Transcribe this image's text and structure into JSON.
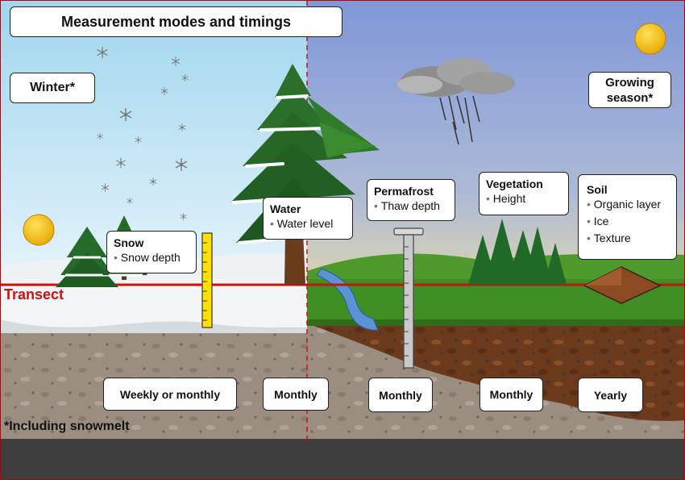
{
  "title": "Measurement modes and timings",
  "seasons": {
    "winter": "Winter*",
    "growing": "Growing season*"
  },
  "transect_label": "Transect",
  "footnote": "*Including snowmelt",
  "measures": [
    {
      "title": "Snow",
      "items": [
        "Snow depth"
      ],
      "frequency": "Weekly or monthly"
    },
    {
      "title": "Water",
      "items": [
        "Water level"
      ],
      "frequency": "Monthly"
    },
    {
      "title": "Permafrost",
      "items": [
        "Thaw depth"
      ],
      "frequency": "Monthly"
    },
    {
      "title": "Vegetation",
      "items": [
        "Height"
      ],
      "frequency": "Monthly"
    },
    {
      "title": "Soil",
      "items": [
        "Organic layer",
        "Ice",
        "Texture"
      ],
      "frequency": "Yearly"
    }
  ],
  "colors": {
    "winter_sky": "#9fd6ee",
    "growing_sky": "#7f97d9",
    "transect": "#d01010",
    "grass": "#3f8f24",
    "soil": "#6b3a1c",
    "ground_grey": "#9c8d81",
    "road": "#3e3e3e",
    "sun": "#f5b800"
  },
  "icons": [
    "sun-icon",
    "snowflake-icon",
    "rain-cloud-icon",
    "pine-tree-icon",
    "measuring-stick-icon",
    "thaw-probe-icon",
    "soil-sample-icon"
  ]
}
